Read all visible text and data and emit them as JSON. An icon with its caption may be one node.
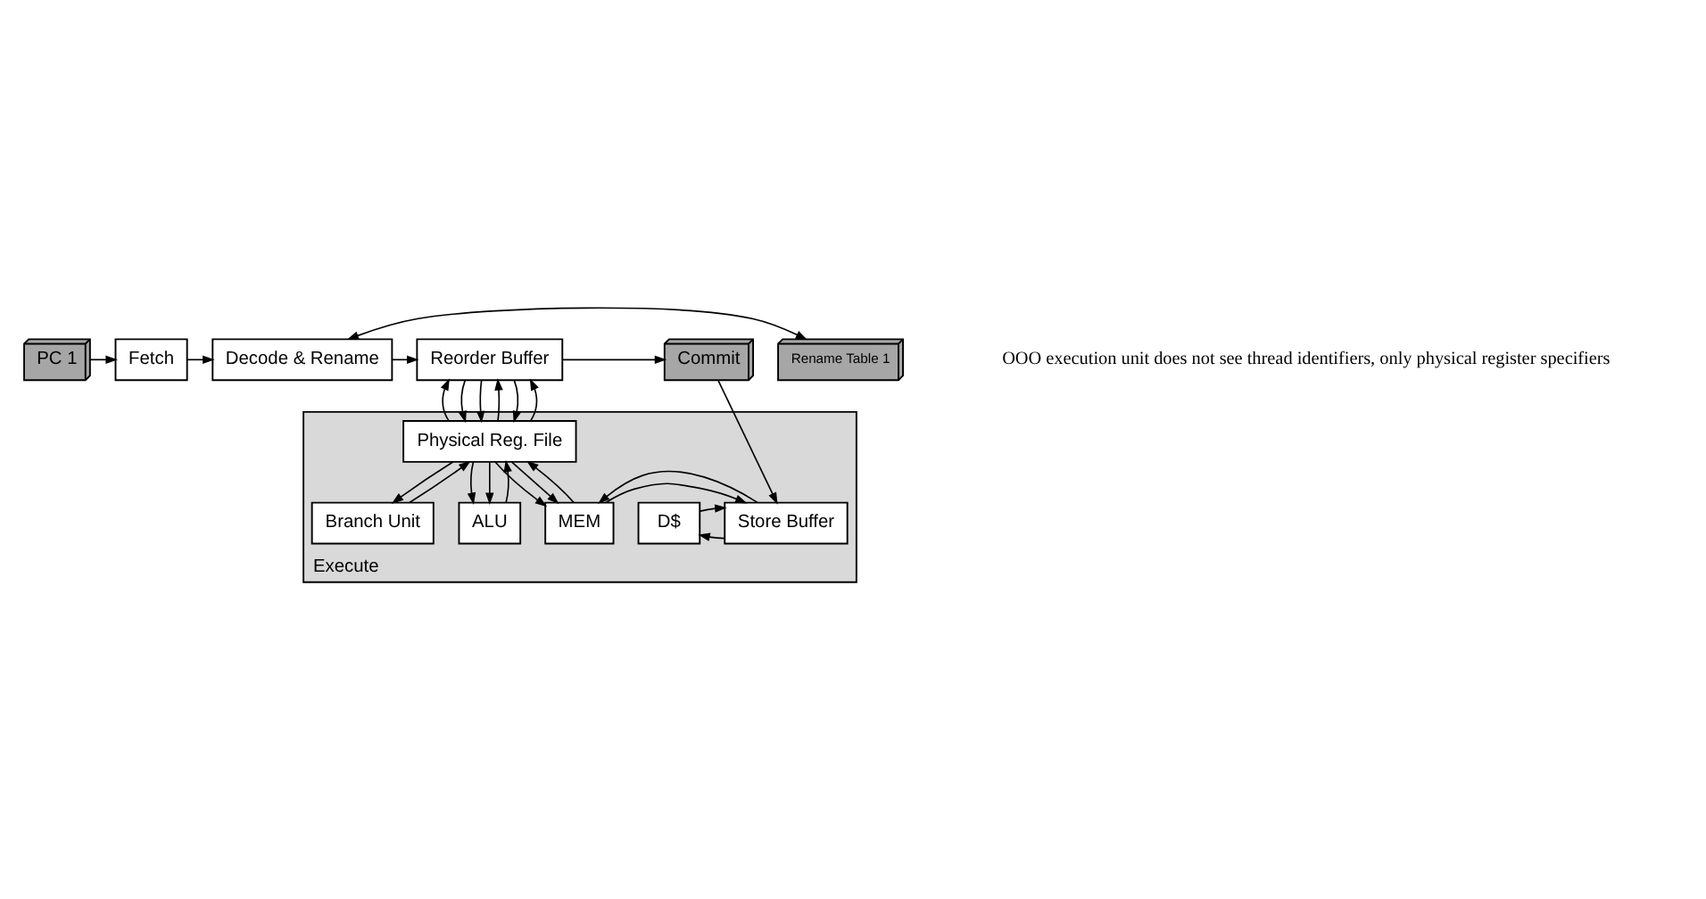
{
  "diagram": {
    "nodes": [
      {
        "text": [
          "PC 1"
        ]
      },
      {
        "text": [
          "Fetch"
        ]
      },
      {
        "text": [
          "Decode & Rename"
        ]
      },
      {
        "text": [
          "Rename Table 1"
        ]
      },
      {
        "text": [
          "Reorder Buffer"
        ]
      },
      {
        "text": [
          "Commit"
        ]
      },
      {
        "text": [
          "Execute"
        ]
      },
      {
        "text": [
          "Physical Reg. File"
        ],
        "in": 6
      },
      {
        "text": [
          "Branch Unit"
        ],
        "in": 6
      },
      {
        "text": [
          "ALU"
        ],
        "in": 6
      },
      {
        "text": [
          "MEM"
        ],
        "in": 6
      },
      {
        "text": [
          "Store Buffer"
        ],
        "in": 6
      },
      {
        "text": [
          "D$"
        ],
        "in": 6
      }
    ],
    "edges": [
      {
        "from": 0,
        "to": 1,
        "arrow": "to"
      },
      {
        "from": 1,
        "to": 2,
        "arrow": "to"
      },
      {
        "from": 2,
        "to": 3,
        "arrow": "both"
      },
      {
        "from": 2,
        "to": 4,
        "arrow": "to"
      },
      {
        "from": 4,
        "to": 5,
        "arrow": "to"
      },
      {
        "from": 4,
        "to": 7,
        "arrow": "to"
      },
      {
        "from": 7,
        "to": 4,
        "arrow": "to"
      },
      {
        "from": 4,
        "to": 7,
        "arrow": "to"
      },
      {
        "from": 7,
        "to": 4,
        "arrow": "to"
      },
      {
        "from": 4,
        "to": 7,
        "arrow": "to"
      },
      {
        "from": 7,
        "to": 4,
        "arrow": "to"
      },
      {
        "from": 7,
        "to": 8,
        "arrow": "to"
      },
      {
        "from": 8,
        "to": 7,
        "arrow": "to"
      },
      {
        "from": 7,
        "to": 9,
        "arrow": "to"
      },
      {
        "from": 7,
        "to": 9,
        "arrow": "to"
      },
      {
        "from": 9,
        "to": 7,
        "arrow": "to"
      },
      {
        "from": 7,
        "to": 10,
        "arrow": "to"
      },
      {
        "from": 7,
        "to": 10,
        "arrow": "to"
      },
      {
        "from": 10,
        "to": 7,
        "arrow": "to"
      },
      {
        "from": 10,
        "to": 11,
        "arrow": "to"
      },
      {
        "from": 11,
        "to": 10,
        "arrow": "to"
      },
      {
        "from": 11,
        "to": 12,
        "arrow": "to"
      },
      {
        "from": 12,
        "to": 11,
        "arrow": "to"
      },
      {
        "from": 5,
        "to": 11,
        "arrow": "to"
      }
    ],
    "labels": [
      "OOO execution unit does not see thread identifiers, only physical register specifiers"
    ]
  }
}
